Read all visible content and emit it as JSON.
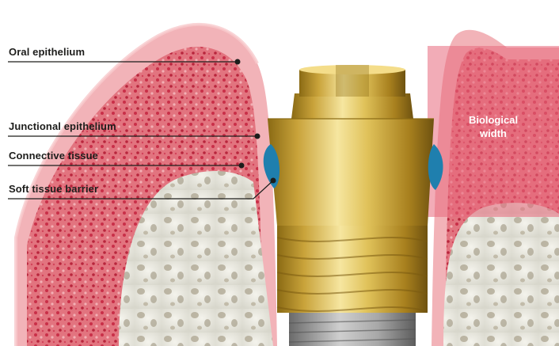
{
  "labels": {
    "oral_epithelium": "Oral epithelium",
    "junctional_epithelium": "Junctional epithelium",
    "connective_tissue": "Connective tissue",
    "soft_tissue_barrier": "Soft tissue barrier"
  },
  "biological_width": {
    "line1": "Biological",
    "line2": "width"
  },
  "colors": {
    "gingiva_pink": "#ee9aa4",
    "gingiva_dark": "#d83a52",
    "bone_white": "#ecebe2",
    "implant_gold": "#d9b53c",
    "implant_silver": "#9c9c9c",
    "barrier_blue": "#1f7fae",
    "bio_width_overlay": "#e8687b",
    "leader_line": "#1d1d1b"
  }
}
